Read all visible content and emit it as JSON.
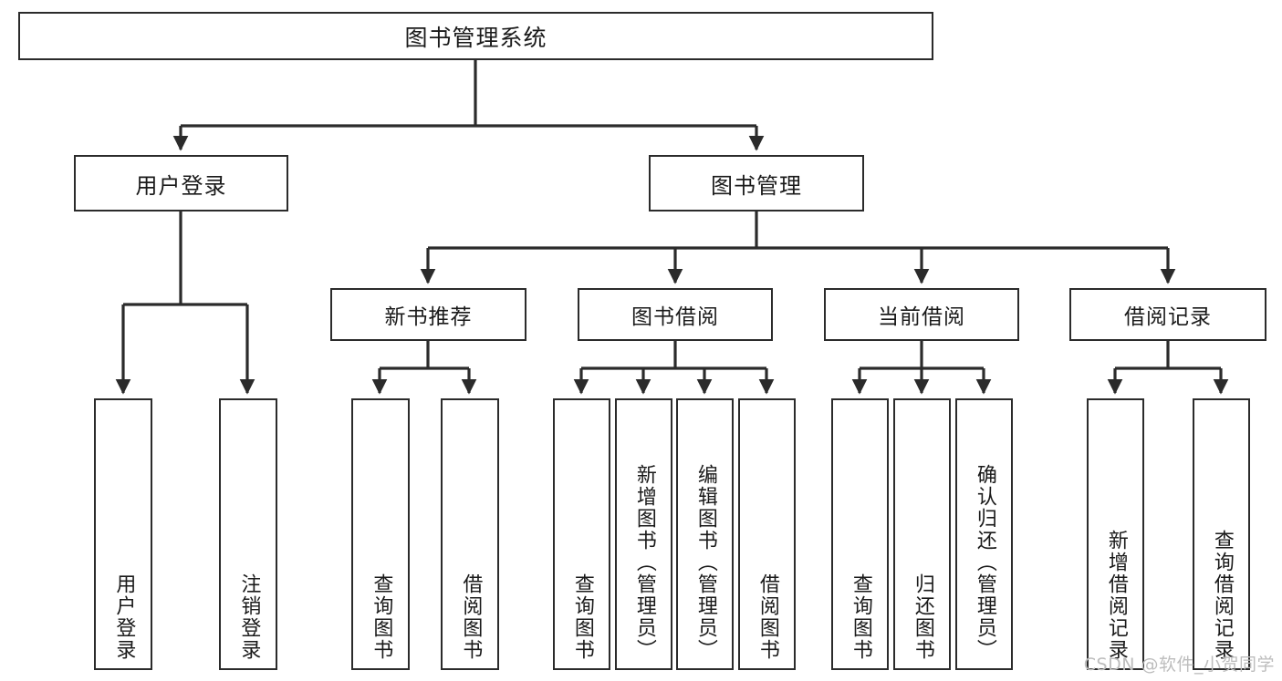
{
  "diagram": {
    "title": "图书管理系统",
    "type": "tree-hierarchy",
    "root": {
      "label": "图书管理系统"
    },
    "level2": [
      {
        "label": "用户登录"
      },
      {
        "label": "图书管理"
      }
    ],
    "level3": [
      {
        "label": "新书推荐"
      },
      {
        "label": "图书借阅"
      },
      {
        "label": "当前借阅"
      },
      {
        "label": "借阅记录"
      }
    ],
    "leaves": [
      {
        "label": "用户登录",
        "parent": "用户登录"
      },
      {
        "label": "注销登录",
        "parent": "用户登录"
      },
      {
        "label": "查询图书",
        "parent": "新书推荐"
      },
      {
        "label": "借阅图书",
        "parent": "新书推荐"
      },
      {
        "label": "查询图书",
        "parent": "图书借阅"
      },
      {
        "label": "新增图书（管理员）",
        "parent": "图书借阅"
      },
      {
        "label": "编辑图书（管理员）",
        "parent": "图书借阅"
      },
      {
        "label": "借阅图书",
        "parent": "图书借阅"
      },
      {
        "label": "查询图书",
        "parent": "当前借阅"
      },
      {
        "label": "归还图书",
        "parent": "当前借阅"
      },
      {
        "label": "确认归还（管理员）",
        "parent": "当前借阅"
      },
      {
        "label": "新增借阅记录",
        "parent": "借阅记录"
      },
      {
        "label": "查询借阅记录",
        "parent": "借阅记录"
      }
    ],
    "watermark": "CSDN @软件_小贺同学",
    "colors": {
      "border": "#2b2b2b",
      "background": "#ffffff",
      "text": "#1a1a1a",
      "watermark": "#bdbdbd"
    }
  }
}
